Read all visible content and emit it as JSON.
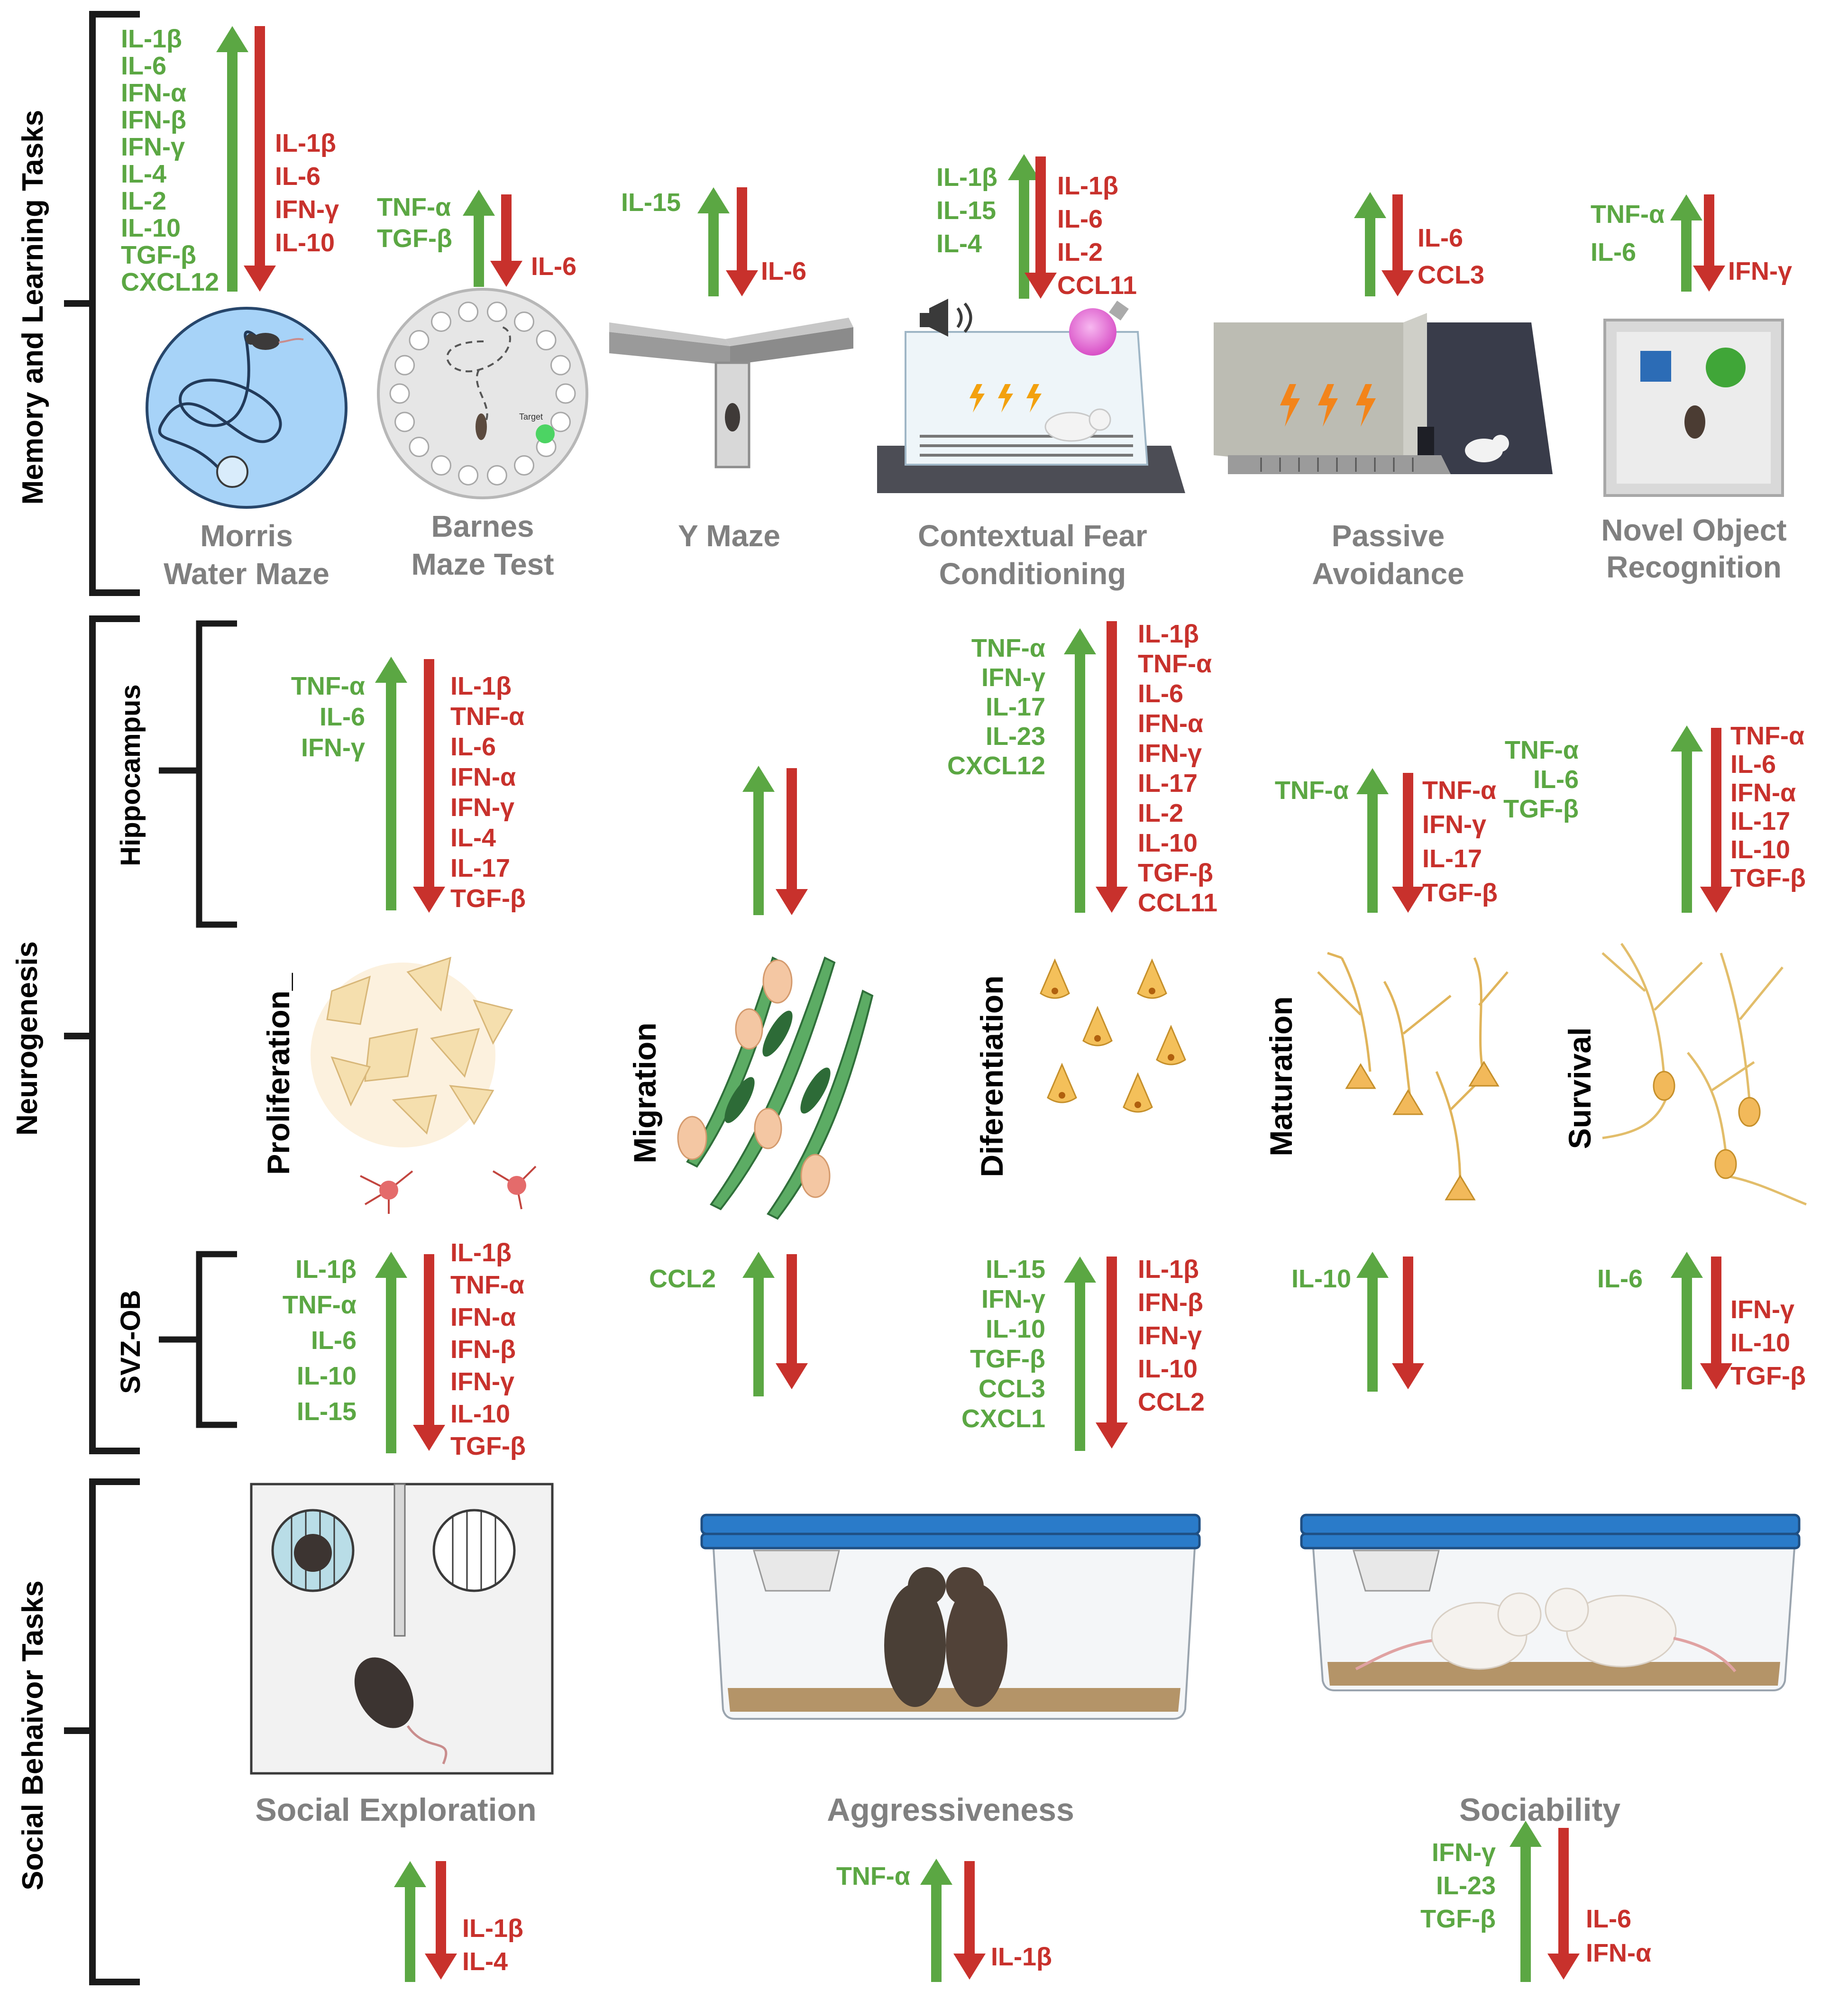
{
  "colors": {
    "up": "#5ba743",
    "down": "#c8312c",
    "dark": "#1a1a1a",
    "label_gray": "#808080"
  },
  "sections": {
    "memory": "Memory  and Learning Tasks",
    "neuro": "Neurogenesis",
    "social": "Social Behaivor Tasks"
  },
  "regions": {
    "hippo": "Hippocampus",
    "svz": "SVZ-OB"
  },
  "memory_tasks": [
    {
      "id": "mwm",
      "lines": [
        "Morris",
        "Water Maze"
      ],
      "up": [
        "IL-1β",
        "IL-6",
        "IFN-α",
        "IFN-β",
        "IFN-γ",
        "IL-4",
        "IL-2",
        "IL-10",
        "TGF-β",
        "CXCL12"
      ],
      "down": [
        "IL-1β",
        "IL-6",
        "IFN-γ",
        "IL-10"
      ]
    },
    {
      "id": "barnes",
      "lines": [
        "Barnes",
        "Maze Test"
      ],
      "up": [
        "TNF-α",
        "TGF-β"
      ],
      "down": [
        "IL-6"
      ],
      "target_label": "Target"
    },
    {
      "id": "ymaze",
      "lines": [
        "Y Maze"
      ],
      "up": [
        "IL-15"
      ],
      "down": [
        "IL-6"
      ]
    },
    {
      "id": "cfc",
      "lines": [
        "Contextual Fear",
        "Conditioning"
      ],
      "up": [
        "IL-1β",
        "IL-15",
        "IL-4"
      ],
      "down": [
        "IL-1β",
        "IL-6",
        "IL-2",
        "CCL11"
      ]
    },
    {
      "id": "pa",
      "lines": [
        "Passive",
        "Avoidance"
      ],
      "up": [],
      "down": [
        "IL-6",
        "CCL3"
      ]
    },
    {
      "id": "nor",
      "lines": [
        "Novel Object",
        "Recognition"
      ],
      "up": [
        "TNF-α",
        "IL-6"
      ],
      "down": [
        "IFN-γ"
      ]
    }
  ],
  "neuro_stages": [
    {
      "id": "prolif",
      "label": "Proliferation_",
      "hippo_up": [
        "TNF-α",
        "IL-6",
        "IFN-γ"
      ],
      "hippo_down": [
        "IL-1β",
        "TNF-α",
        "IL-6",
        "IFN-α",
        "IFN-γ",
        "IL-4",
        "IL-17",
        "TGF-β"
      ],
      "svz_up": [
        "IL-1β",
        "TNF-α",
        "IL-6",
        "IL-10",
        "IL-15"
      ],
      "svz_down": [
        "IL-1β",
        "TNF-α",
        "IFN-α",
        "IFN-β",
        "IFN-γ",
        "IL-10",
        "TGF-β"
      ]
    },
    {
      "id": "migr",
      "label": "Migration",
      "hippo_up": [],
      "hippo_down": [],
      "svz_up": [
        "CCL2"
      ],
      "svz_down": []
    },
    {
      "id": "diff",
      "label": "Diferentiation",
      "hippo_up": [
        "TNF-α",
        "IFN-γ",
        "IL-17",
        "IL-23",
        "CXCL12"
      ],
      "hippo_down": [
        "IL-1β",
        "TNF-α",
        "IL-6",
        "IFN-α",
        "IFN-γ",
        "IL-17",
        "IL-2",
        "IL-10",
        "TGF-β",
        "CCL11"
      ],
      "svz_up": [
        "IL-15",
        "IFN-γ",
        "IL-10",
        "TGF-β",
        "CCL3",
        "CXCL1"
      ],
      "svz_down": [
        "IL-1β",
        "IFN-β",
        "IFN-γ",
        "IL-10",
        "CCL2"
      ]
    },
    {
      "id": "matur",
      "label": "Maturation",
      "hippo_up": [
        "TNF-α"
      ],
      "hippo_down": [
        "TNF-α",
        "IFN-γ",
        "IL-17",
        "TGF-β"
      ],
      "svz_up": [
        "IL-10"
      ],
      "svz_down": []
    },
    {
      "id": "surv",
      "label": "Survival",
      "hippo_up": [
        "TNF-α",
        "IL-6",
        "TGF-β"
      ],
      "hippo_down": [
        "TNF-α",
        "IL-6",
        "IFN-α",
        "IL-17",
        "IL-10",
        "TGF-β"
      ],
      "svz_up": [
        "IL-6"
      ],
      "svz_down": [
        "IFN-γ",
        "IL-10",
        "TGF-β"
      ]
    }
  ],
  "social_tasks": [
    {
      "id": "se",
      "label": "Social Exploration",
      "up": [],
      "down": [
        "IL-1β",
        "IL-4"
      ]
    },
    {
      "id": "agg",
      "label": "Aggressiveness",
      "up": [
        "TNF-α"
      ],
      "down": [
        "IL-1β"
      ]
    },
    {
      "id": "soc",
      "label": "Sociability",
      "up": [
        "IFN-γ",
        "IL-23",
        "TGF-β"
      ],
      "down": [
        "IL-6",
        "IFN-α"
      ]
    }
  ]
}
